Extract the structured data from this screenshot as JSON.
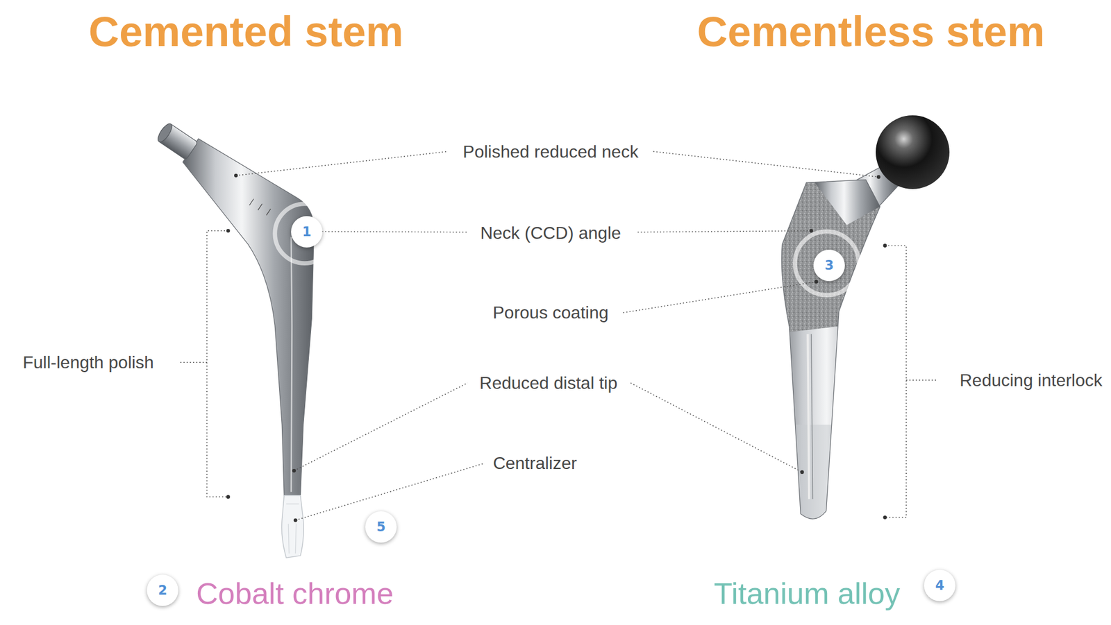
{
  "diagram": {
    "nodes": [
      {
        "text": [
          "1"
        ]
      },
      {
        "text": [
          "3"
        ]
      },
      {
        "text": [
          "5"
        ]
      },
      {
        "text": [
          "4"
        ]
      },
      {
        "text": [
          "2"
        ]
      }
    ],
    "labels": [
      "Cemented stem",
      "Cementless stem",
      "Polished reduced neck",
      "Neck (CCD) angle",
      "Full-length polish",
      "Porous coating",
      "Reducing interlock",
      "Reduced distal tip",
      "Centralizer",
      "Cobalt chrome",
      "Titanium alloy"
    ]
  }
}
